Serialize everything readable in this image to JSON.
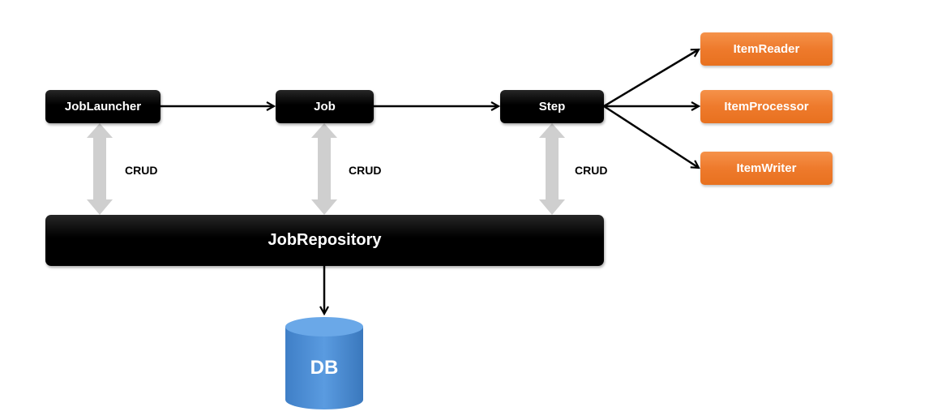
{
  "nodes": {
    "job_launcher": "JobLauncher",
    "job": "Job",
    "step": "Step",
    "item_reader": "ItemReader",
    "item_processor": "ItemProcessor",
    "item_writer": "ItemWriter",
    "job_repository": "JobRepository",
    "db": "DB"
  },
  "edge_labels": {
    "crud_launcher": "CRUD",
    "crud_job": "CRUD",
    "crud_step": "CRUD"
  },
  "colors": {
    "dark_box": "#000000",
    "item_box": "#ee7a2c",
    "crud_arrow": "#cfcfcf",
    "db": "#4a8fd6"
  }
}
